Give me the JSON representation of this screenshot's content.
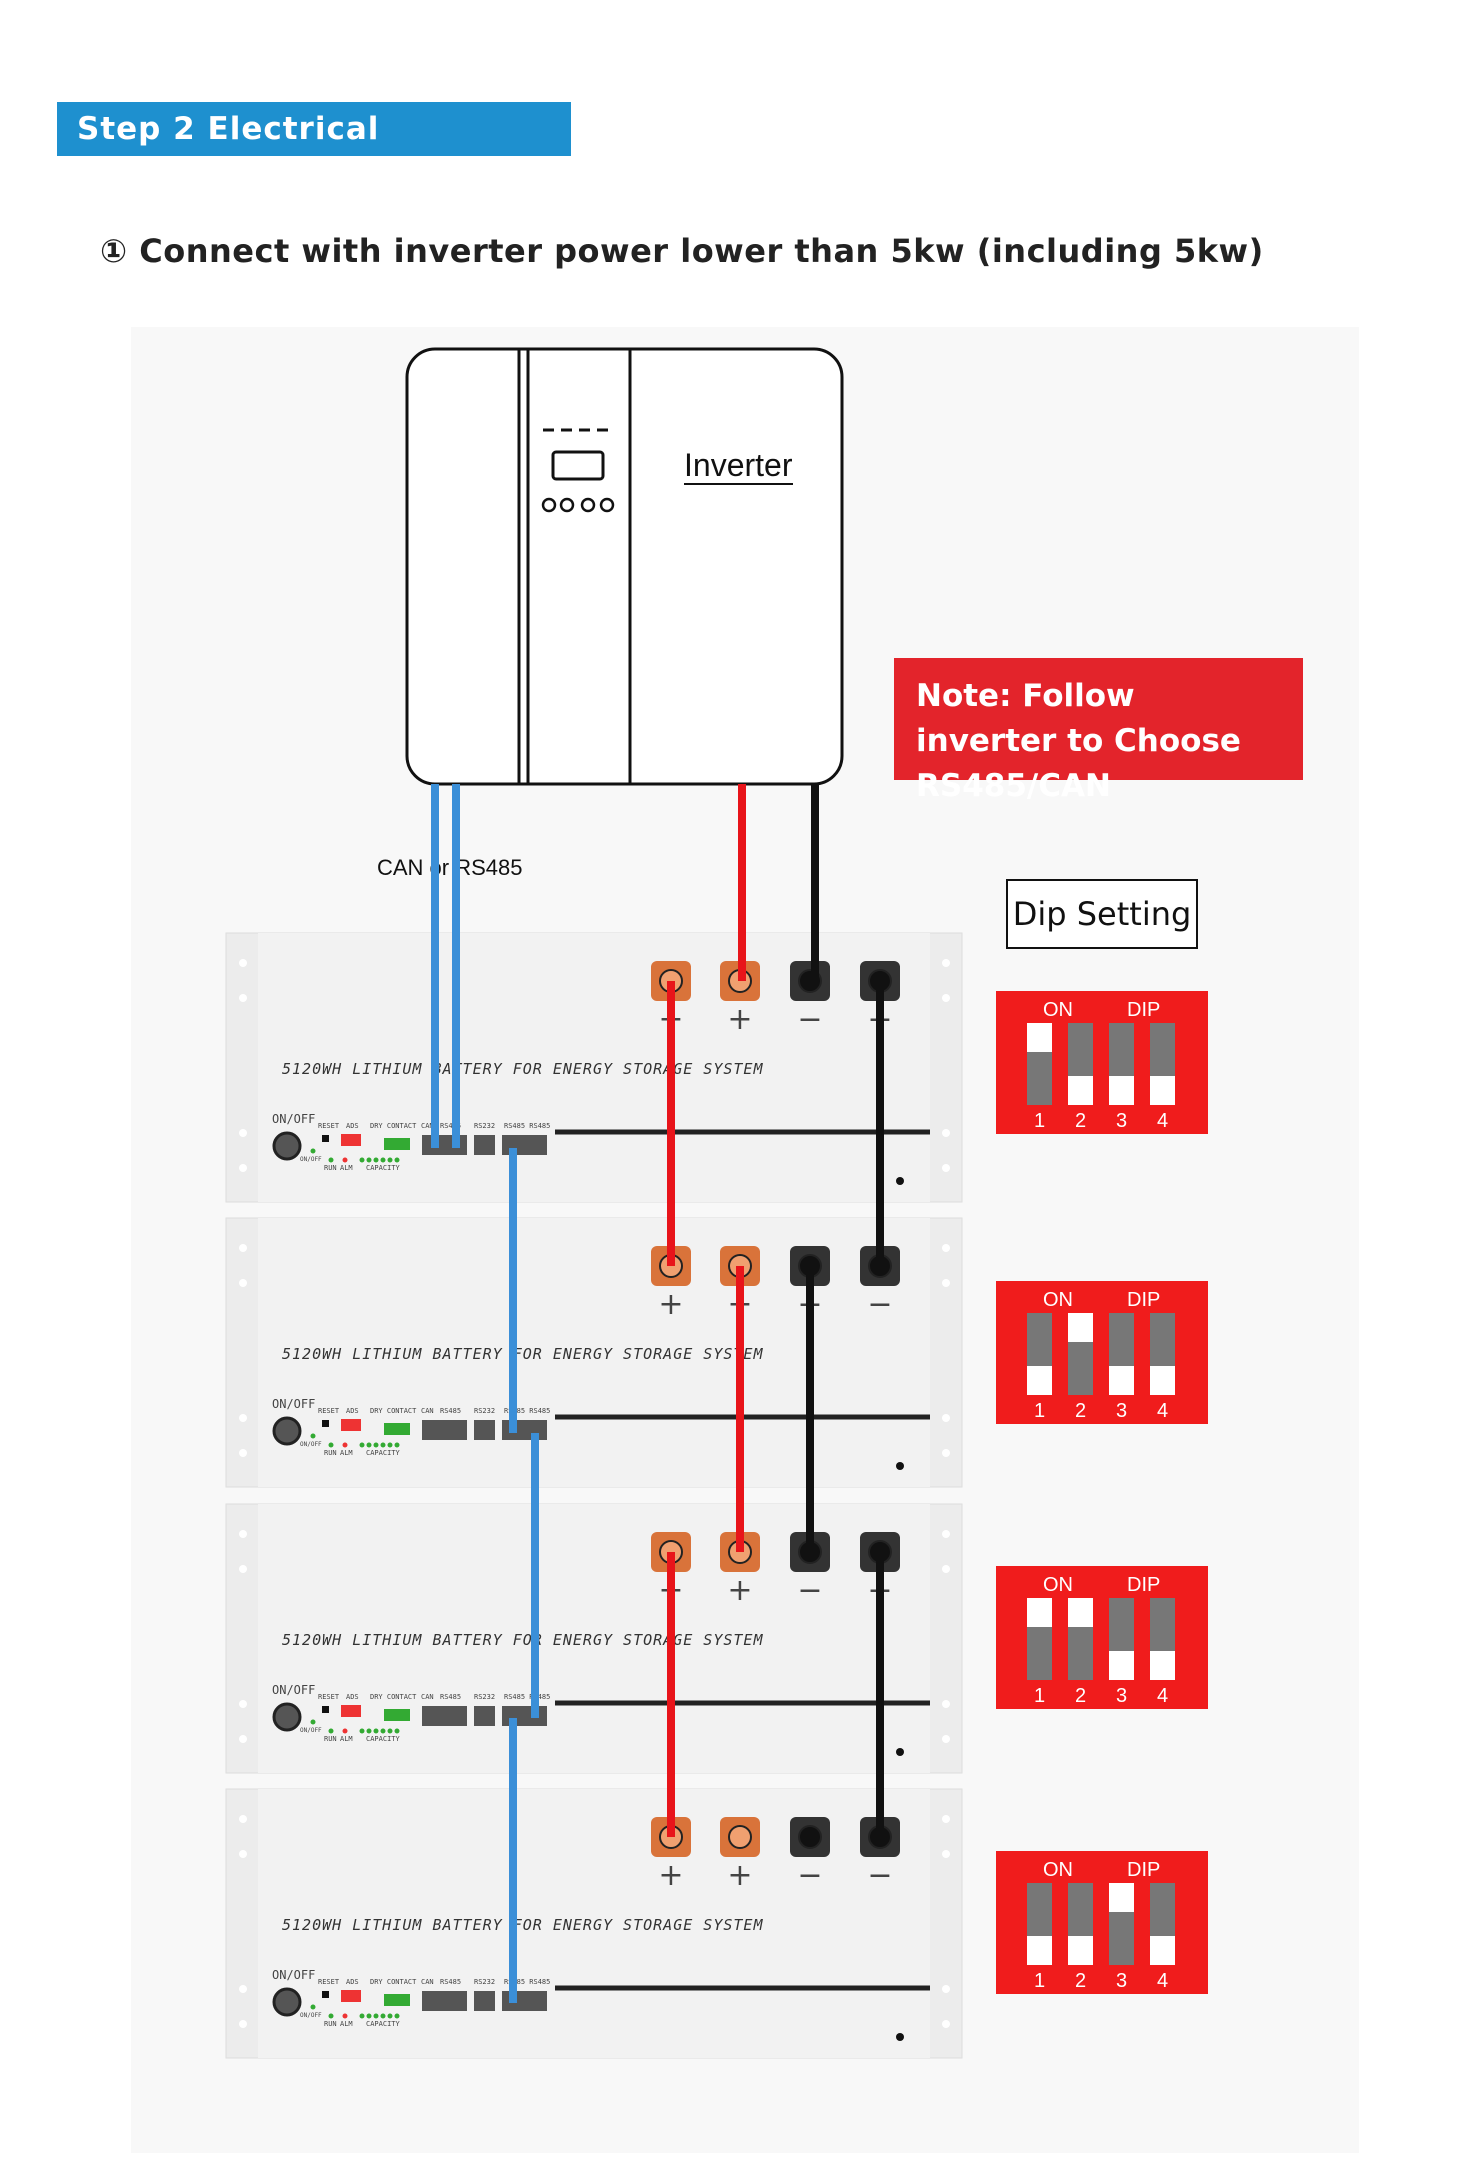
{
  "header": {
    "title": "Step 2 Electrical installation"
  },
  "subtitle": "① Connect with inverter power lower than 5kw (including 5kw)",
  "inverter": {
    "label": "Inverter"
  },
  "note": {
    "text": "Note: Follow inverter to Choose RS485/CAN"
  },
  "comm_label": "CAN or RS485",
  "dip_setting_label": "Dip Setting",
  "battery": {
    "model": "5120WH LITHIUM BATTERY FOR ENERGY STORAGE SYSTEM",
    "panel": {
      "onoff": "ON/OFF",
      "reset": "RESET",
      "ads": "ADS",
      "dry": "DRY CONTACT",
      "can": "CAN",
      "rs485": "RS485",
      "rs232": "RS232",
      "rs485b": "RS485 RS485",
      "onoff_led": "ON/OFF",
      "run": "RUN",
      "alm": "ALM",
      "capacity": "CAPACITY"
    },
    "terminal_signs": [
      "+",
      "+",
      "−",
      "−"
    ]
  },
  "dip": {
    "on_label": "ON",
    "dip_label": "DIP",
    "numbers": [
      "1",
      "2",
      "3",
      "4"
    ],
    "settings": [
      [
        true,
        false,
        false,
        false
      ],
      [
        false,
        true,
        false,
        false
      ],
      [
        true,
        true,
        false,
        false
      ],
      [
        false,
        false,
        true,
        false
      ]
    ]
  },
  "colors": {
    "header": "#1e90cf",
    "note": "#e3242b",
    "dip": "#f01c1c",
    "can": "#3b8fd8",
    "positive": "#e8141a",
    "negative": "#111111"
  }
}
